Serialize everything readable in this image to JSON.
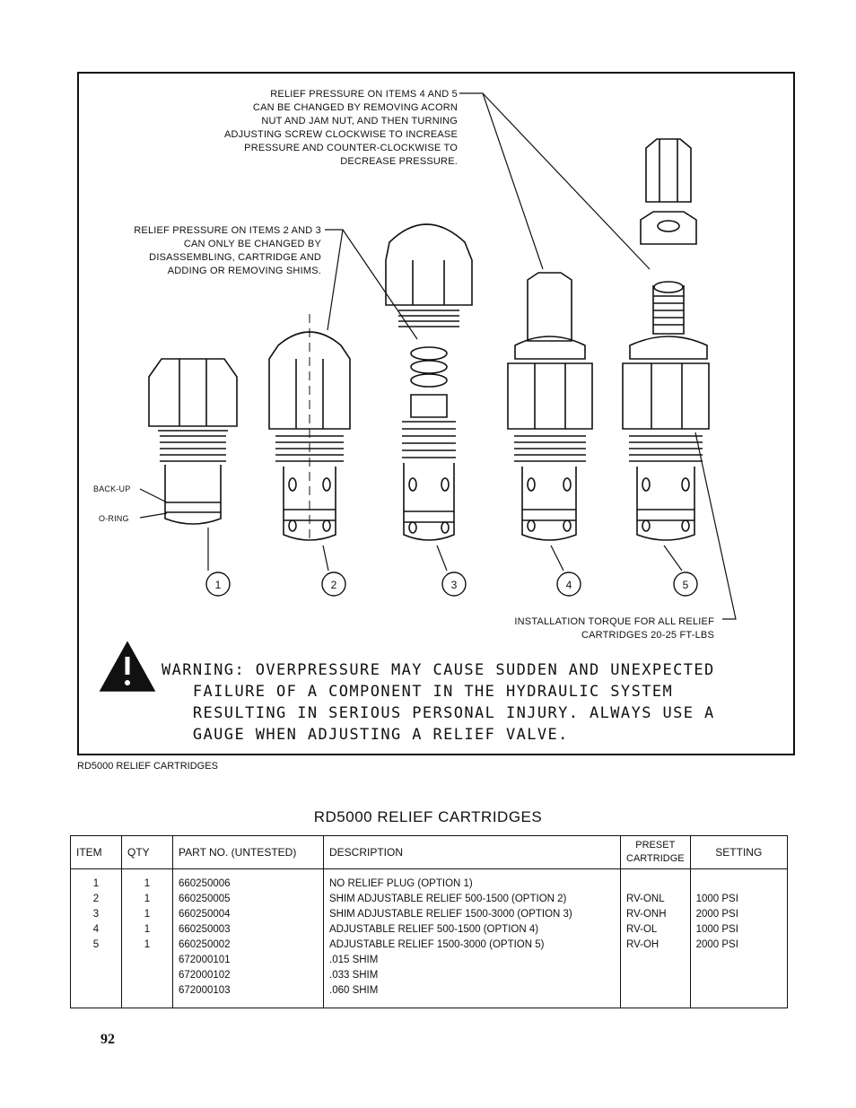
{
  "diagram": {
    "note_items_4_5": "RELIEF PRESSURE ON ITEMS 4 AND 5\nCAN BE CHANGED BY REMOVING ACORN\nNUT AND JAM NUT, AND THEN TURNING\nADJUSTING SCREW CLOCKWISE TO INCREASE\nPRESSURE AND COUNTER-CLOCKWISE TO\nDECREASE PRESSURE.",
    "note_items_2_3": "RELIEF PRESSURE ON ITEMS 2 AND 3\nCAN ONLY BE CHANGED BY\nDISASSEMBLING, CARTRIDGE AND\nADDING OR REMOVING SHIMS.",
    "label_backup": "BACK-UP",
    "label_oring": "O-RING",
    "item_numbers": [
      "1",
      "2",
      "3",
      "4",
      "5"
    ],
    "torque_note": "INSTALLATION TORQUE FOR ALL RELIEF\nCARTRIDGES 20-25 FT-LBS",
    "warning": "WARNING: OVERPRESSURE MAY CAUSE SUDDEN AND UNEXPECTED\n   FAILURE OF A COMPONENT IN THE HYDRAULIC SYSTEM\n   RESULTING IN SERIOUS PERSONAL INJURY. ALWAYS USE A\n   GAUGE WHEN ADJUSTING A RELIEF VALVE.",
    "caption": "RD5000 RELIEF CARTRIDGES"
  },
  "table": {
    "title": "RD5000 RELIEF CARTRIDGES",
    "headers": [
      "ITEM",
      "QTY",
      "PART NO. (UNTESTED)",
      "DESCRIPTION",
      "PRESET\nCARTRIDGE",
      "SETTING"
    ],
    "rows": [
      [
        "1",
        "1",
        "660250006",
        "NO RELIEF PLUG (OPTION 1)",
        "",
        ""
      ],
      [
        "2",
        "1",
        "660250005",
        "SHIM ADJUSTABLE RELIEF 500-1500 (OPTION 2)",
        "RV-ONL",
        "1000 PSI"
      ],
      [
        "3",
        "1",
        "660250004",
        "SHIM ADJUSTABLE RELIEF 1500-3000 (OPTION 3)",
        "RV-ONH",
        "2000 PSI"
      ],
      [
        "4",
        "1",
        "660250003",
        "ADJUSTABLE RELIEF 500-1500 (OPTION 4)",
        "RV-OL",
        "1000 PSI"
      ],
      [
        "5",
        "1",
        "660250002",
        "ADJUSTABLE RELIEF 1500-3000 (OPTION 5)",
        "RV-OH",
        "2000 PSI"
      ],
      [
        "",
        "",
        "672000101",
        ".015 SHIM",
        "",
        ""
      ],
      [
        "",
        "",
        "672000102",
        ".033 SHIM",
        "",
        ""
      ],
      [
        "",
        "",
        "672000103",
        ".060 SHIM",
        "",
        ""
      ]
    ]
  },
  "page_number": "92"
}
